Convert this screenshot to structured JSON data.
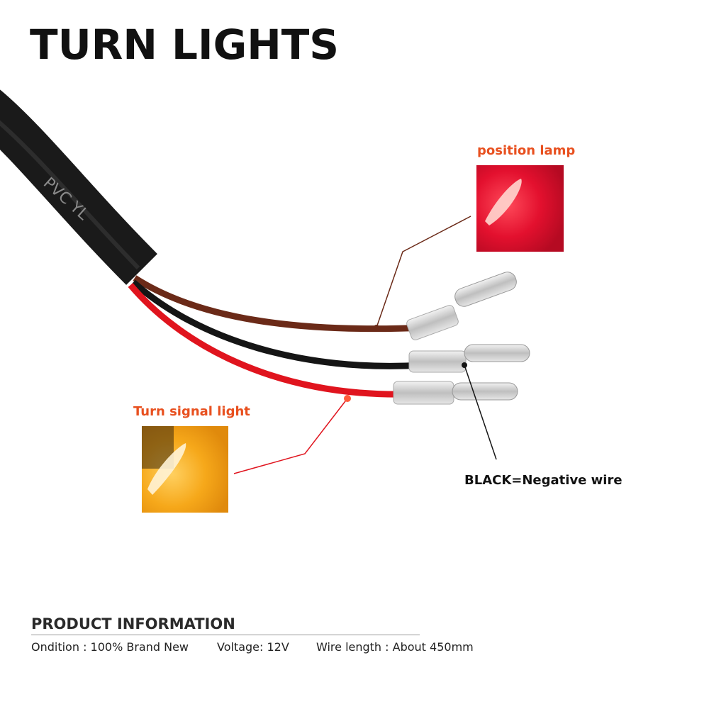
{
  "title": "TURN LIGHTS",
  "labels": {
    "position_lamp": "position lamp",
    "turn_signal": "Turn signal light",
    "black_wire": "BLACK=Negative wire"
  },
  "cable_print": "PVC YL",
  "product_info": {
    "heading": "PRODUCT INFORMATION",
    "condition": "Ondition : 100% Brand New",
    "voltage": "Voltage:  12V",
    "wire_length": "Wire length : About 450mm"
  },
  "colors": {
    "title": "#111111",
    "label_accent": "#e8501f",
    "wire_red": "#e0141e",
    "wire_brown": "#6b2a18",
    "wire_black": "#151515",
    "lamp_red": "#e3102e",
    "lamp_amber": "#f6a81a"
  }
}
